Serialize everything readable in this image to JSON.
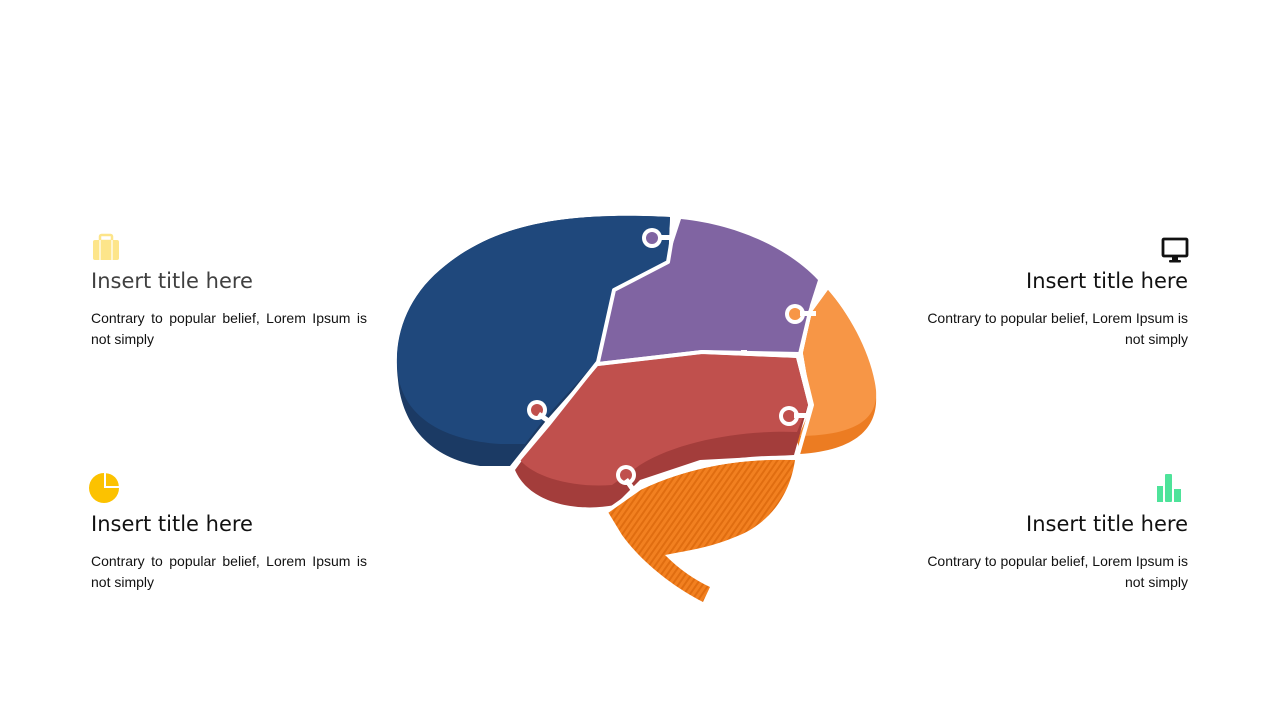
{
  "colors": {
    "frontal": "#1f487c",
    "frontal_shadow": "#1b3a64",
    "parietal": "#8064a2",
    "temporal": "#c0504d",
    "temporal_shadow": "#a33d3b",
    "occipital": "#f79646",
    "occipital_shadow": "#ec7c22",
    "cerebellum": "#f28020",
    "cerebellum_stripe": "#e06d10",
    "icon_briefcase": "#fde58a",
    "icon_pie": "#fcc200",
    "icon_monitor": "#111111",
    "icon_chart": "#4ee39a",
    "title_left_top": "#404040",
    "title_default": "#111111"
  },
  "icons": {
    "top_left": "briefcase-icon",
    "bottom_left": "pie-chart-icon",
    "top_right": "monitor-icon",
    "bottom_right": "bar-chart-icon"
  },
  "blocks": {
    "top_left": {
      "title": "Insert title here",
      "body": "Contrary to popular belief, Lorem Ipsum is not simply"
    },
    "bottom_left": {
      "title": "Insert title here",
      "body": "Contrary to popular belief, Lorem Ipsum is not simply"
    },
    "top_right": {
      "title": "Insert title here",
      "body": "Contrary to popular belief, Lorem Ipsum is not simply"
    },
    "bottom_right": {
      "title": "Insert title here",
      "body": "Contrary to popular belief, Lorem Ipsum is not simply"
    }
  }
}
